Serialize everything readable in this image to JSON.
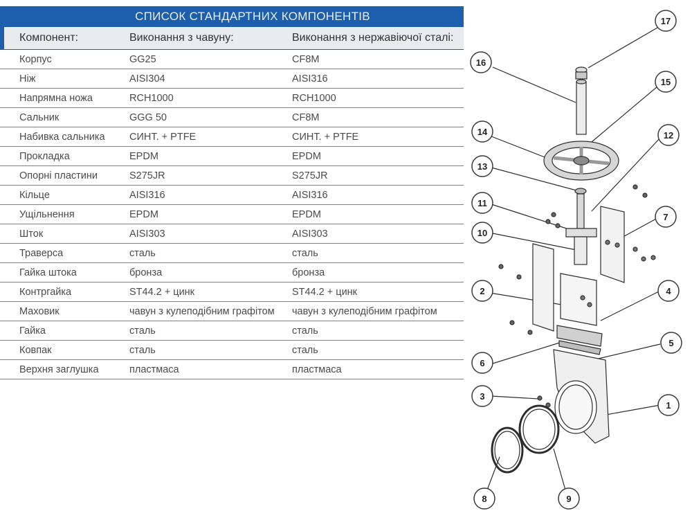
{
  "table": {
    "title": "СПИСОК СТАНДАРТНИХ КОМПОНЕНТІВ",
    "headers": [
      "Компонент:",
      "Виконання з чавуну:",
      "Виконання з нержавіючої сталі:"
    ],
    "rows": [
      [
        "Корпус",
        "GG25",
        "CF8M"
      ],
      [
        "Ніж",
        "AISI304",
        "AISI316"
      ],
      [
        "Напрямна ножа",
        "RCH1000",
        "RCH1000"
      ],
      [
        "Сальник",
        "GGG 50",
        "CF8M"
      ],
      [
        "Набивка сальника",
        "СИНТ. + PTFE",
        "СИНТ. + PTFE"
      ],
      [
        "Прокладка",
        "EPDM",
        "EPDM"
      ],
      [
        "Опорні пластини",
        "S275JR",
        "S275JR"
      ],
      [
        "Кільце",
        "AISI316",
        "AISI316"
      ],
      [
        "Ущільнення",
        "EPDM",
        "EPDM"
      ],
      [
        "Шток",
        "AISI303",
        "AISI303"
      ],
      [
        "Траверса",
        "сталь",
        "сталь"
      ],
      [
        "Гайка штока",
        "бронза",
        "бронза"
      ],
      [
        "Контргайка",
        "ST44.2 + цинк",
        "ST44.2 + цинк"
      ],
      [
        "Маховик",
        "чавун з кулеподібним графітом",
        "чавун з кулеподібним графітом"
      ],
      [
        "Гайка",
        "сталь",
        "сталь"
      ],
      [
        "Ковпак",
        "сталь",
        "сталь"
      ],
      [
        "Верхня заглушка",
        "пластмаса",
        "пластмаса"
      ]
    ]
  },
  "diagram": {
    "callouts": [
      "17",
      "16",
      "15",
      "14",
      "12",
      "13",
      "11",
      "7",
      "10",
      "2",
      "4",
      "5",
      "6",
      "3",
      "1",
      "8",
      "9"
    ]
  },
  "colors": {
    "accent": "#1d5fad",
    "header_bg": "#e9ebee",
    "row_line": "#5d86bf"
  }
}
